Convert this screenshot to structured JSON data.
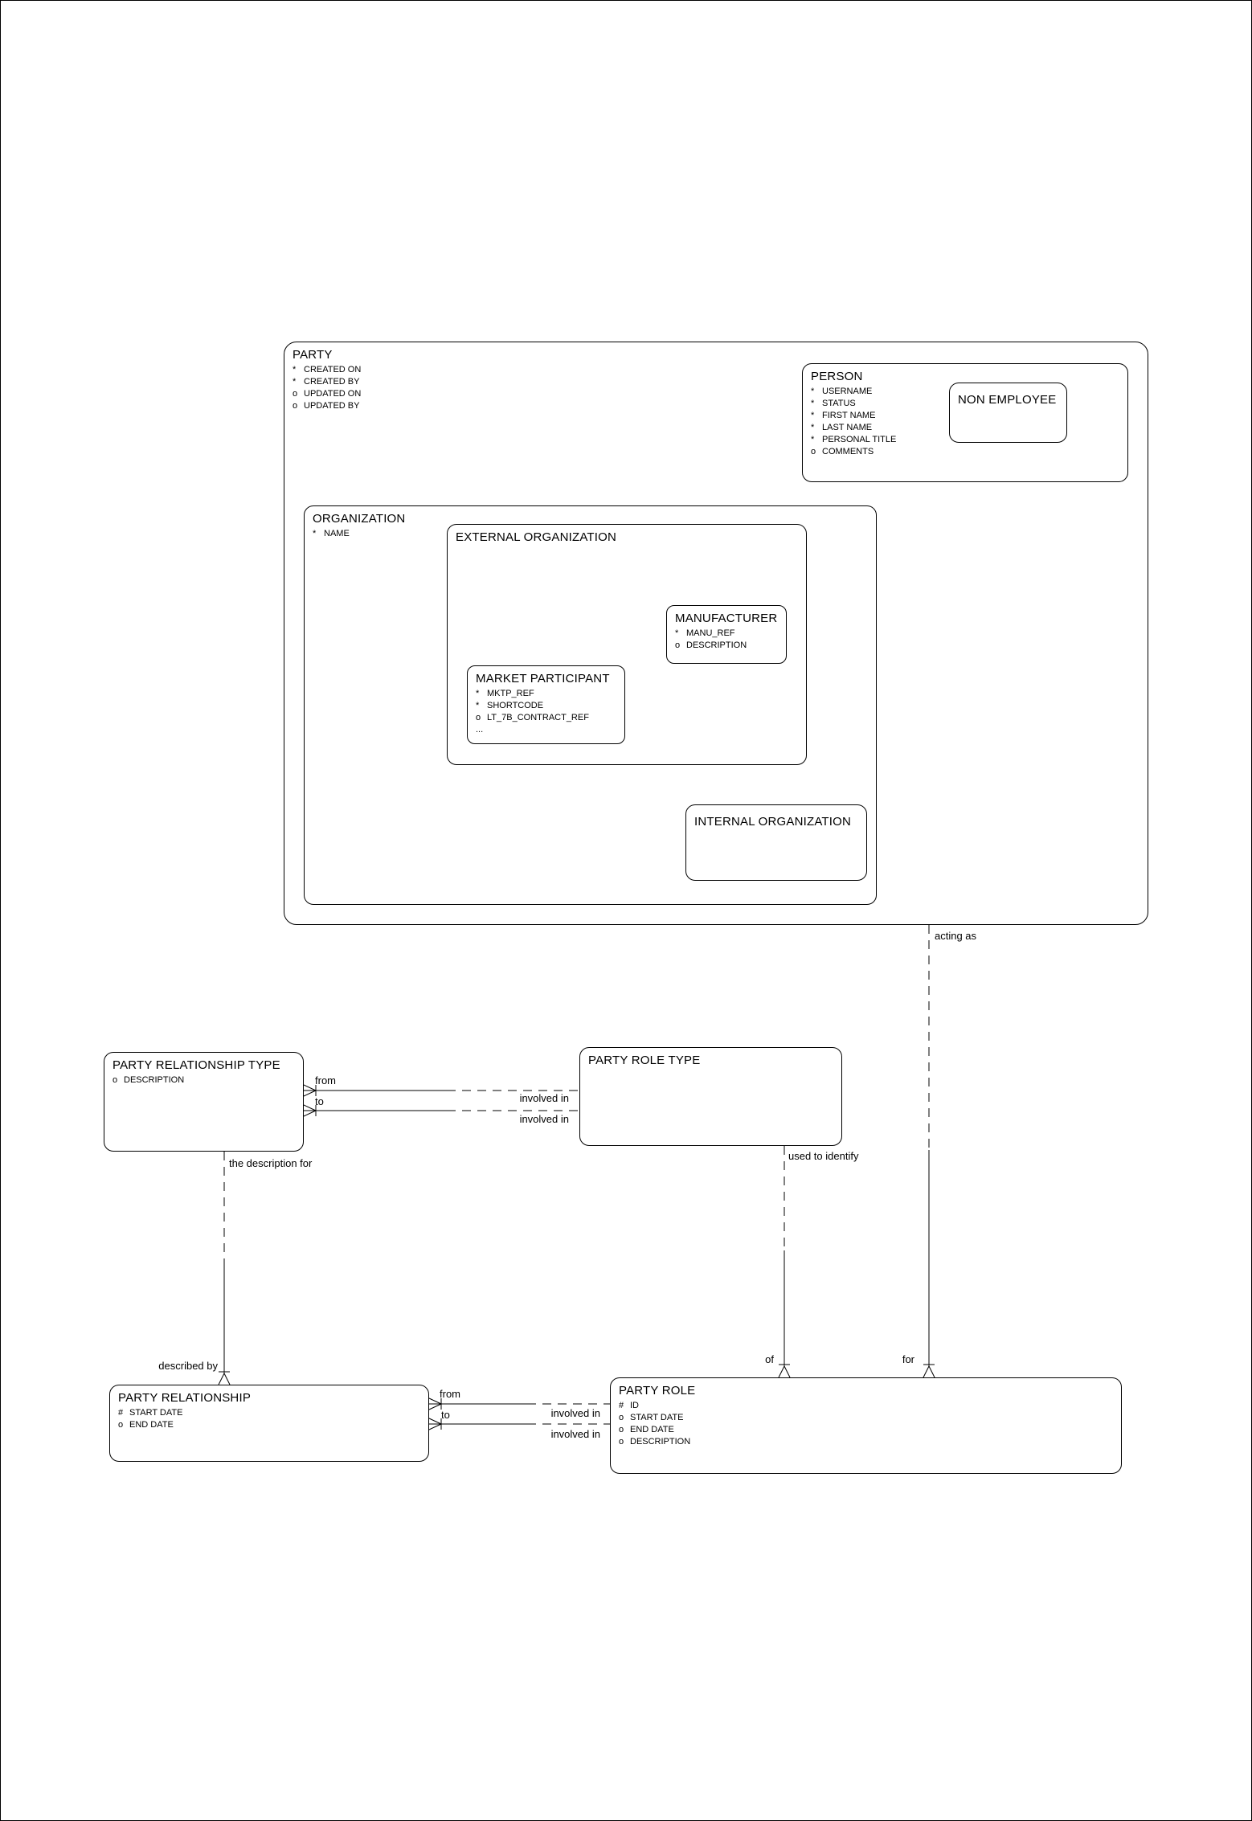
{
  "entities": {
    "party": {
      "title": "PARTY",
      "attrs": [
        {
          "p": "*",
          "n": "CREATED ON"
        },
        {
          "p": "*",
          "n": "CREATED BY"
        },
        {
          "p": "o",
          "n": "UPDATED ON"
        },
        {
          "p": "o",
          "n": "UPDATED BY"
        }
      ]
    },
    "person": {
      "title": "PERSON",
      "attrs": [
        {
          "p": "*",
          "n": "USERNAME"
        },
        {
          "p": "*",
          "n": "STATUS"
        },
        {
          "p": "*",
          "n": "FIRST NAME"
        },
        {
          "p": "*",
          "n": "LAST NAME"
        },
        {
          "p": "*",
          "n": "PERSONAL TITLE"
        },
        {
          "p": "o",
          "n": "COMMENTS"
        }
      ]
    },
    "non_employee": {
      "title": "NON EMPLOYEE",
      "attrs": []
    },
    "organization": {
      "title": "ORGANIZATION",
      "attrs": [
        {
          "p": "*",
          "n": "NAME"
        }
      ]
    },
    "external_organization": {
      "title": "EXTERNAL ORGANIZATION",
      "attrs": []
    },
    "manufacturer": {
      "title": "MANUFACTURER",
      "attrs": [
        {
          "p": "*",
          "n": "MANU_REF"
        },
        {
          "p": "o",
          "n": "DESCRIPTION"
        }
      ]
    },
    "market_participant": {
      "title": "MARKET PARTICIPANT",
      "attrs": [
        {
          "p": "*",
          "n": "MKTP_REF"
        },
        {
          "p": "*",
          "n": "SHORTCODE"
        },
        {
          "p": "o",
          "n": "LT_7B_CONTRACT_REF"
        },
        {
          "p": "...",
          "n": ""
        }
      ]
    },
    "internal_organization": {
      "title": "INTERNAL ORGANIZATION",
      "attrs": []
    },
    "party_relationship_type": {
      "title": "PARTY RELATIONSHIP TYPE",
      "attrs": [
        {
          "p": "o",
          "n": "DESCRIPTION"
        }
      ]
    },
    "party_role_type": {
      "title": "PARTY ROLE TYPE",
      "attrs": []
    },
    "party_relationship": {
      "title": "PARTY RELATIONSHIP",
      "attrs": [
        {
          "p": "#",
          "n": "START DATE"
        },
        {
          "p": "o",
          "n": "END DATE"
        }
      ]
    },
    "party_role": {
      "title": "PARTY ROLE",
      "attrs": [
        {
          "p": "#",
          "n": "ID"
        },
        {
          "p": "o",
          "n": "START DATE"
        },
        {
          "p": "o",
          "n": "END DATE"
        },
        {
          "p": "o",
          "n": "DESCRIPTION"
        }
      ]
    }
  },
  "relationship_labels": {
    "acting_as": "acting as",
    "used_to_identify": "used to identify",
    "the_description_for": "the description for",
    "described_by": "described by",
    "of": "of",
    "for": "for",
    "type_from": "from",
    "type_to": "to",
    "type_involved_in_1": "involved in",
    "type_involved_in_2": "involved in",
    "rel_from": "from",
    "rel_to": "to",
    "rel_involved_in_1": "involved in",
    "rel_involved_in_2": "involved in"
  }
}
